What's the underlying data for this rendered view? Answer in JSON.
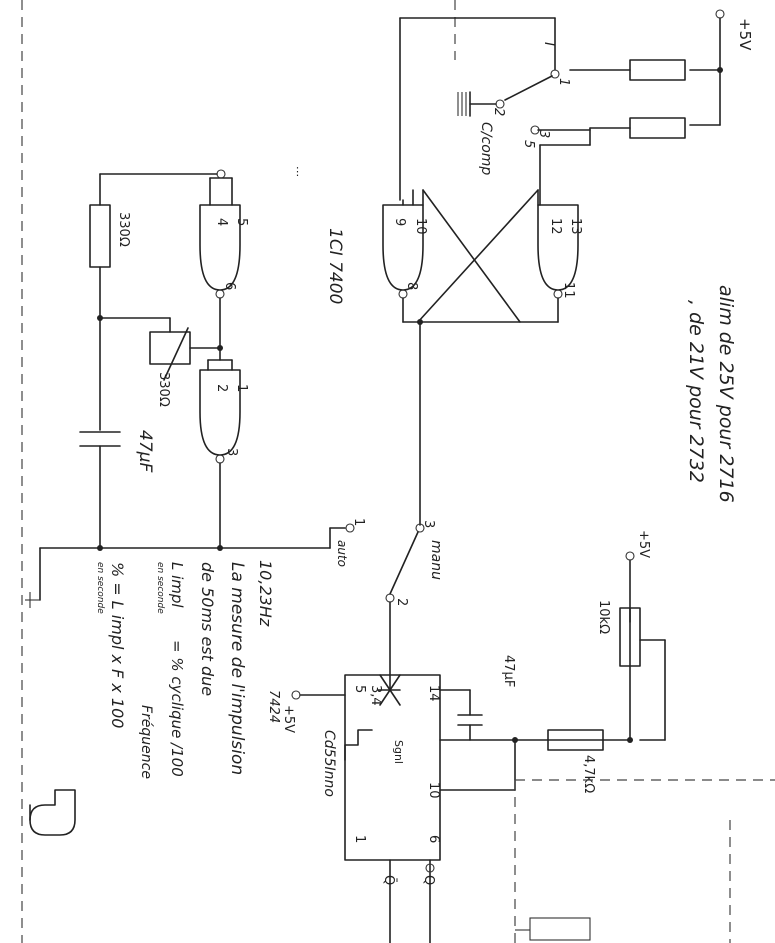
{
  "supply": {
    "top_right": "+5V",
    "mid": "+5V",
    "timer": "+5V"
  },
  "notes": {
    "supply_line1": "alim de 25V pour 2716",
    "supply_line2": ", de 21V pour 2732"
  },
  "switch_i": {
    "roman": "I",
    "pin1": "1",
    "pin2": "2",
    "pin3": "3",
    "pin5": "5",
    "label": "C/comp"
  },
  "switch_ii": {
    "pin1": "1",
    "pin2": "2",
    "pin3": "3",
    "label_manu": "manu",
    "label_auto": "auto"
  },
  "ic": {
    "name": "1CI 7400",
    "gate_a": {
      "in1": "5",
      "in2": "4",
      "out": "6"
    },
    "gate_b": {
      "in1": "1",
      "in2": "2",
      "out": "3"
    },
    "gate_c": {
      "in1": "10",
      "in2": "9",
      "out": "8"
    },
    "gate_d": {
      "in1": "13",
      "in2": "12",
      "out": "11"
    }
  },
  "components": {
    "r_330": "330Ω",
    "pot_330": "330Ω",
    "cap_47": "47µF",
    "r_10k": "10kΩ",
    "r_47k": "4,7kΩ",
    "cap_47b": "47µF"
  },
  "timer": {
    "chip": "7424",
    "name": "Cd55Inno",
    "pins": [
      "14",
      "10",
      "6",
      "5",
      "3,4",
      "1"
    ],
    "q": "Q",
    "qbar": "Q̄",
    "mid": "Sgnl"
  },
  "freq_note": "10,23Hz",
  "text_block": {
    "line1": "La mesure de l'impulsion",
    "line2": "de 50ms est due",
    "line3a": "L impl",
    "line3b": "en seconde",
    "line3c": "= % cyclique /100",
    "line3d": "Fréquence",
    "line4": "% = L impl x F x 100",
    "line4b": "en seconde"
  }
}
